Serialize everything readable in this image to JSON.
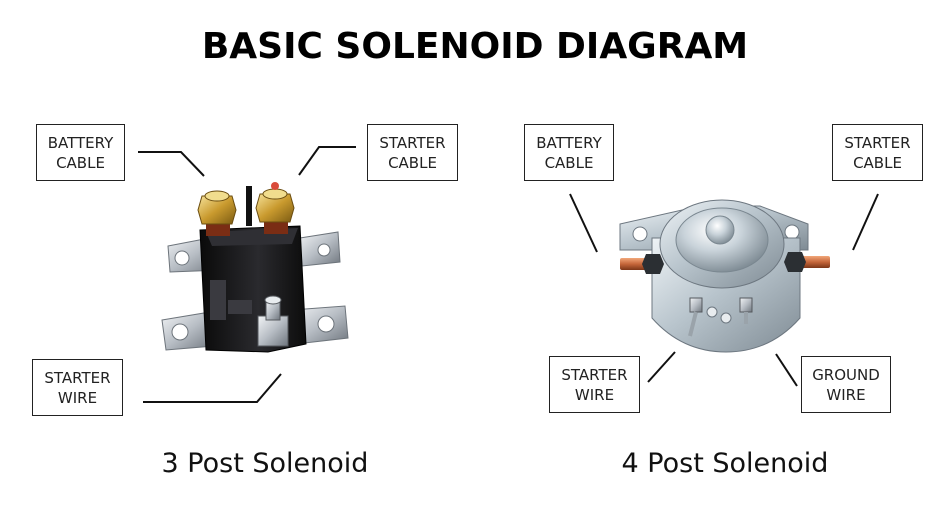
{
  "title": "BASIC SOLENOID DIAGRAM",
  "left_diagram": {
    "caption": "3 Post Solenoid",
    "labels": {
      "battery_cable": [
        "BATTERY",
        "CABLE"
      ],
      "starter_cable": [
        "STARTER",
        "CABLE"
      ],
      "starter_wire": [
        "STARTER",
        "WIRE"
      ]
    }
  },
  "right_diagram": {
    "caption": "4 Post Solenoid",
    "labels": {
      "battery_cable": [
        "BATTERY",
        "CABLE"
      ],
      "starter_cable": [
        "STARTER",
        "CABLE"
      ],
      "starter_wire": [
        "STARTER",
        "WIRE"
      ],
      "ground_wire": [
        "GROUND",
        "WIRE"
      ]
    }
  }
}
